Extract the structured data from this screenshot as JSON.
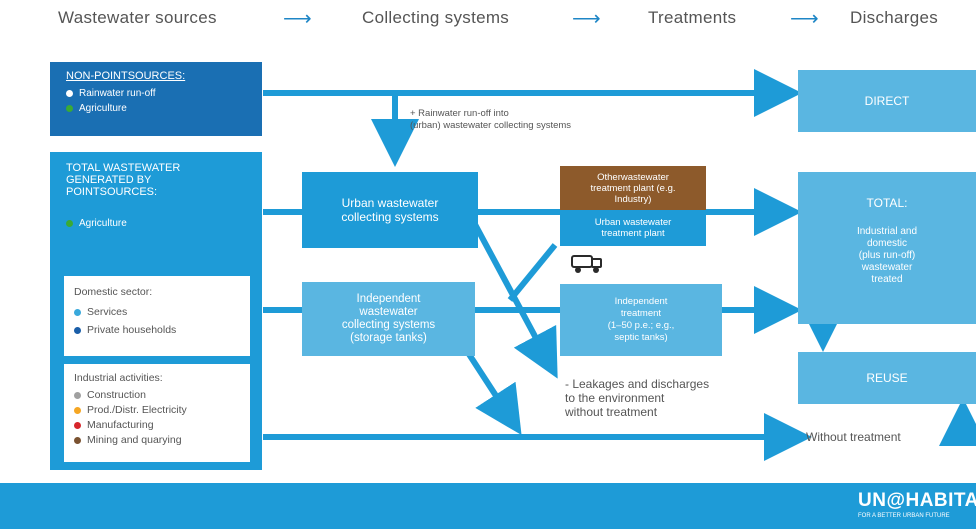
{
  "header": {
    "sources": "Wastewater sources",
    "collecting": "Collecting systems",
    "treatments": "Treatments",
    "discharges": "Discharges",
    "arrow": "⟶"
  },
  "sources": {
    "nonpoint": {
      "title": "NON-POINTSOURCES:",
      "items": [
        "Rainwater run-off",
        "Agriculture"
      ]
    },
    "total": {
      "title_lines": [
        "TOTAL WASTEWATER",
        "GENERATED BY",
        "POINTSOURCES:"
      ],
      "items": [
        "Agriculture"
      ]
    },
    "domestic": {
      "title": "Domestic sector:",
      "items": [
        "Services",
        "Private households"
      ]
    },
    "industrial": {
      "title": "Industrial activities:",
      "items": [
        "Construction",
        "Prod./Distr. Electricity",
        "Manufacturing",
        "Mining and quarying"
      ]
    }
  },
  "collecting": {
    "urban": [
      "Urban wastewater",
      "collecting systems"
    ],
    "independent": [
      "Independent",
      "wastewater",
      "collecting systems",
      "(storage tanks)"
    ]
  },
  "treatments": {
    "other": [
      "Otherwastewater",
      "treatment plant (e.g.",
      "Industry)"
    ],
    "urban_plant": [
      "Urban wastewater",
      "treatment plant"
    ],
    "independent": [
      "Independent",
      "treatment",
      "(1–50 p.e.; e.g.,",
      "septic tanks)"
    ]
  },
  "discharges": {
    "direct": "DIRECT",
    "total_title": "TOTAL:",
    "total_body": [
      "Industrial and",
      "domestic",
      "(plus run-off)",
      "wastewater",
      "treated"
    ],
    "reuse": "REUSE",
    "without": "Without treatment"
  },
  "annotations": {
    "rainwater": [
      "+ Rainwater run-off into",
      "(urban) wastewater collecting systems"
    ],
    "leakages": [
      "- Leakages and discharges",
      "to the environment",
      "without treatment"
    ]
  },
  "footer": {
    "logo": "UN@HABITAT",
    "tagline": "FOR A BETTER URBAN FUTURE"
  },
  "colors": {
    "dark_blue": "#1a6fb3",
    "mid_blue": "#1e9bd7",
    "light_blue": "#5ab6e1",
    "brown": "#8d5a2b",
    "dot_white": "#ffffff",
    "dot_green": "#3aaa35",
    "dot_blue_light": "#39a9dc",
    "dot_blue_dark": "#1a5ea8",
    "dot_gray": "#a0a0a0",
    "dot_orange": "#f5a623",
    "dot_red": "#d7262b",
    "dot_brown": "#7a5230"
  },
  "icons": {
    "truck": "truck-icon",
    "arrow": "arrow-right-icon"
  }
}
